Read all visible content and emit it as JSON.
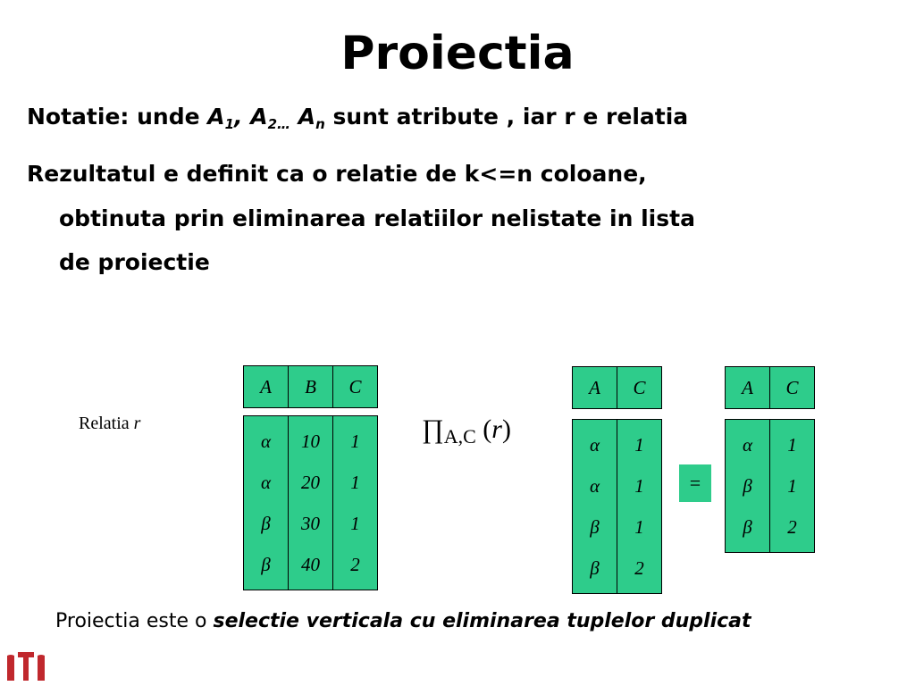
{
  "title": "Proiectia",
  "notation": {
    "prefix": "Notatie: unde ",
    "a1": "A",
    "a1_sub": "1",
    "sep1": ", ",
    "a2": "A",
    "a2_sub": "2…",
    "sep2": " ",
    "an": "A",
    "an_sub": "n",
    "suffix": " sunt atribute , iar r e relatia"
  },
  "definition": {
    "line1": "Rezultatul e definit ca o relatie de k<=n  coloane,",
    "line2": "obtinuta prin eliminarea relatiilor nelistate in lista",
    "line3": "de proiectie"
  },
  "relation_label": {
    "text": "Relatia ",
    "var": "r"
  },
  "relation_r": {
    "headers": [
      "A",
      "B",
      "C"
    ],
    "columns": [
      [
        "α",
        "α",
        "β",
        "β"
      ],
      [
        "10",
        "20",
        "30",
        "40"
      ],
      [
        "1",
        "1",
        "1",
        "2"
      ]
    ]
  },
  "projection": {
    "symbol": "∏",
    "subscript": "A,C",
    "arg_open": " (",
    "arg": "r",
    "arg_close": ")"
  },
  "intermediate": {
    "headers": [
      "A",
      "C"
    ],
    "columns": [
      [
        "α",
        "α",
        "β",
        "β"
      ],
      [
        "1",
        "1",
        "1",
        "2"
      ]
    ]
  },
  "equals": "=",
  "result": {
    "headers": [
      "A",
      "C"
    ],
    "columns": [
      [
        "α",
        "β",
        "β"
      ],
      [
        "1",
        "1",
        "2"
      ]
    ]
  },
  "footer": {
    "prefix": "Proiectia este o ",
    "emphasis": "selectie verticala cu eliminarea tuplelor duplicat"
  },
  "colors": {
    "table_fill": "#2ecc8b",
    "logo_red": "#c0282d"
  }
}
